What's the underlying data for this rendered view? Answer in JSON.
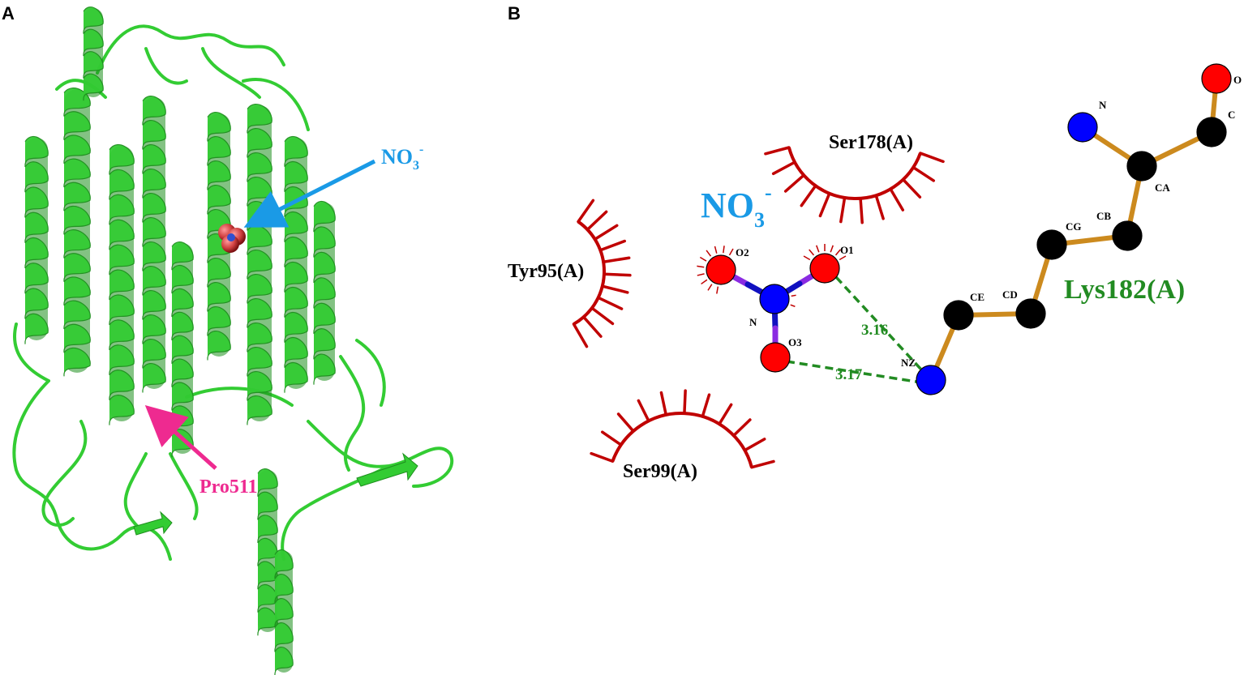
{
  "panels": {
    "a": "A",
    "b": "B"
  },
  "panel_a": {
    "nitrate_label": {
      "base": "NO",
      "sub": "3",
      "sup": "-"
    },
    "proline_label": "Pro511"
  },
  "panel_b": {
    "ligand_label": {
      "base": "NO",
      "sub": "3",
      "sup": "-"
    },
    "lysine_label": "Lys182(A)",
    "residues": {
      "ser178": "Ser178(A)",
      "tyr95": "Tyr95(A)",
      "ser99": "Ser99(A)"
    },
    "nitrate_atoms": {
      "o1": "O1",
      "o2": "O2",
      "o3": "O3",
      "n": "N"
    },
    "lys_atoms": {
      "o": "O",
      "c": "C",
      "n": "N",
      "ca": "CA",
      "cb": "CB",
      "cg": "CG",
      "cd": "CD",
      "ce": "CE",
      "nz": "NZ"
    },
    "distances": {
      "d1": "3.16",
      "d2": "3.17"
    }
  },
  "colors": {
    "protein": "#33cc33",
    "protein_dark": "#1e8f1e",
    "nitrate_blue": "#1a9ae6",
    "proline_pink": "#ee2a90",
    "contact_red": "#c00000",
    "lys_bond": "#cc8a1e",
    "ligand_bond": "#8a2be2",
    "hbond_green": "#228b22",
    "oxygen": "#ff0000",
    "nitrogen": "#0000ff",
    "carbon": "#000000"
  }
}
